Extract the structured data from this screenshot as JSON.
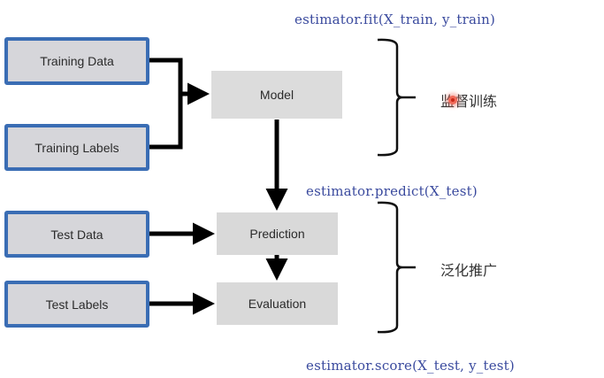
{
  "nodes": {
    "training_data": "Training Data",
    "training_labels": "Training Labels",
    "model": "Model",
    "test_data": "Test Data",
    "test_labels": "Test Labels",
    "prediction": "Prediction",
    "evaluation": "Evaluation"
  },
  "code": {
    "fit": "estimator.fit(X_train, y_train)",
    "predict": "estimator.predict(X_test)",
    "score": "estimator.score(X_test, y_test)"
  },
  "annotations": {
    "supervised_training": "监督训练",
    "generalization": "泛化推广"
  },
  "edges": [
    {
      "from": "training_data",
      "to": "model"
    },
    {
      "from": "training_labels",
      "to": "model"
    },
    {
      "from": "model",
      "to": "prediction"
    },
    {
      "from": "test_data",
      "to": "prediction"
    },
    {
      "from": "prediction",
      "to": "evaluation"
    },
    {
      "from": "test_labels",
      "to": "evaluation"
    }
  ],
  "colors": {
    "input_border": "#3a6db4",
    "input_fill": "#d6d6da",
    "process_fill": "#d9d9d9",
    "code_text": "#3a4a9e",
    "arrow": "#000000"
  }
}
